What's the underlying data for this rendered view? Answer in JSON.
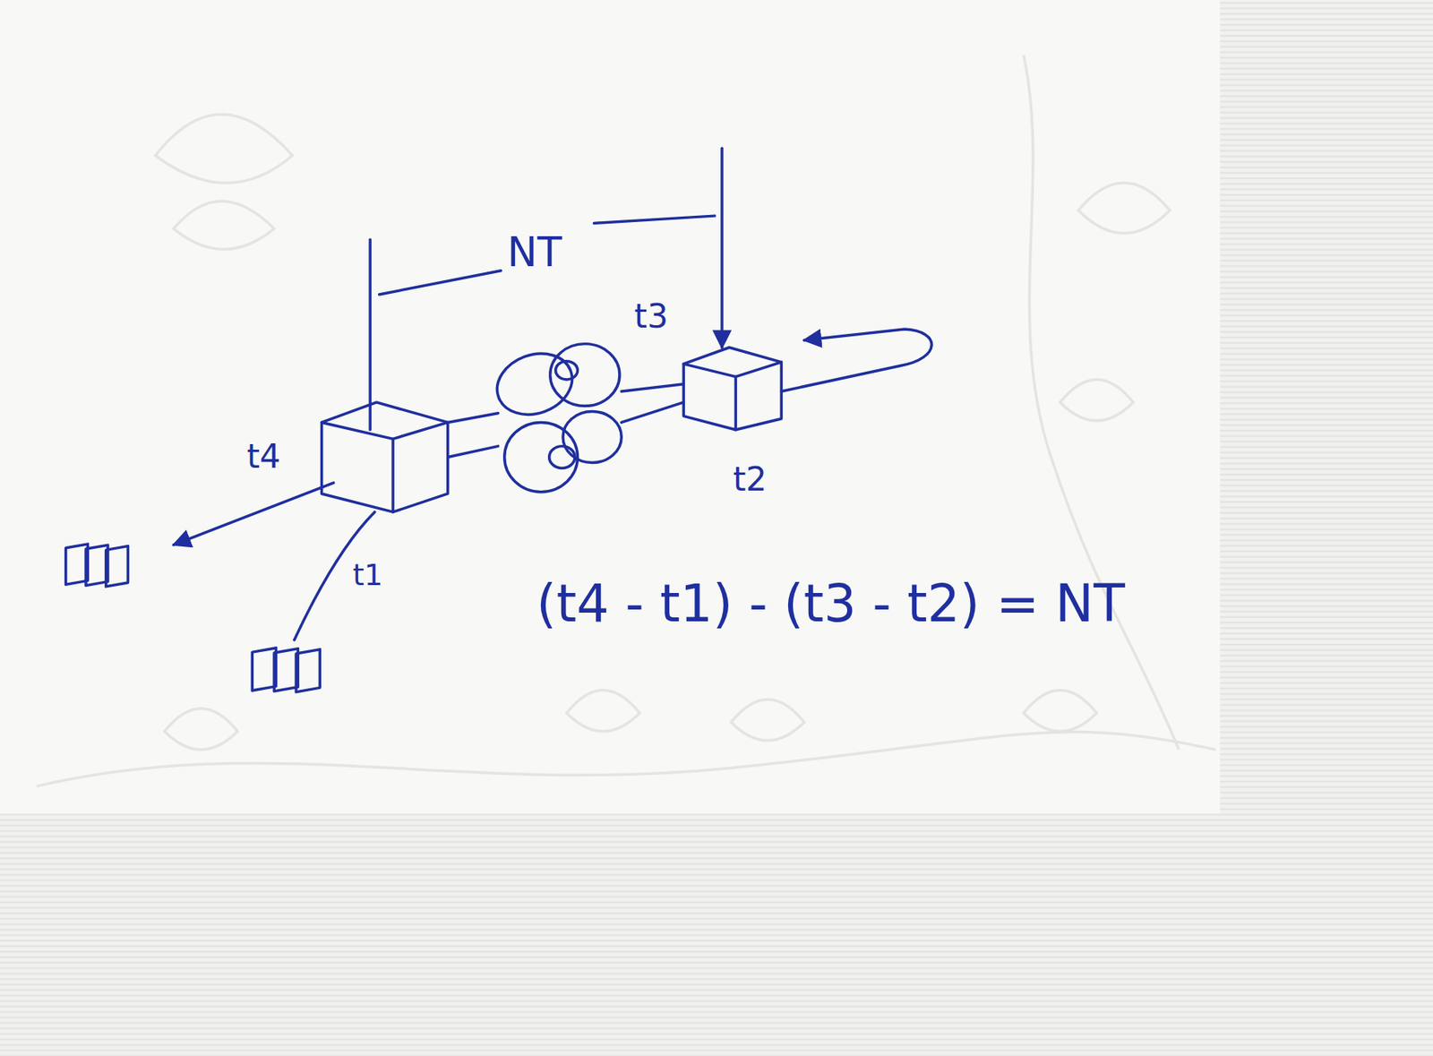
{
  "diagram": {
    "labels": [
      "NT",
      "t3",
      "t4",
      "t2",
      "t1",
      "(t4 - t1) - (t3 - t2) = NT"
    ]
  }
}
